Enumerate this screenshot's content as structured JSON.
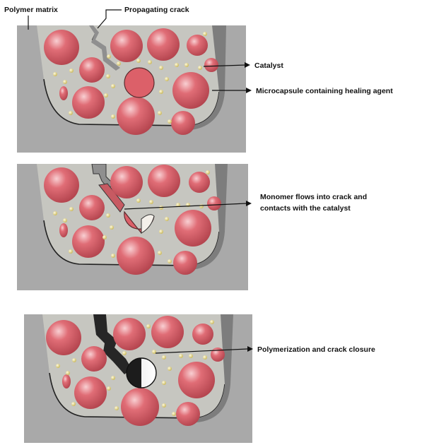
{
  "diagram": {
    "labels": {
      "polymer_matrix": "Polymer matrix",
      "propagating_crack": "Propagating crack",
      "catalyst": "Catalyst",
      "microcapsule": "Microcapsule containing healing agent",
      "monomer_line1": "Monomer flows into crack and",
      "monomer_line2": "contacts with the catalyst",
      "polymerization": "Polymerization and crack closure"
    },
    "colors": {
      "matrix": "#a9a9a9",
      "cavity": "#c9c9c3",
      "capsule": "#d95a64",
      "capsule_highlight": "#f6c3c6",
      "catalyst": "#ece08e",
      "crack_fill": "#262626"
    }
  }
}
